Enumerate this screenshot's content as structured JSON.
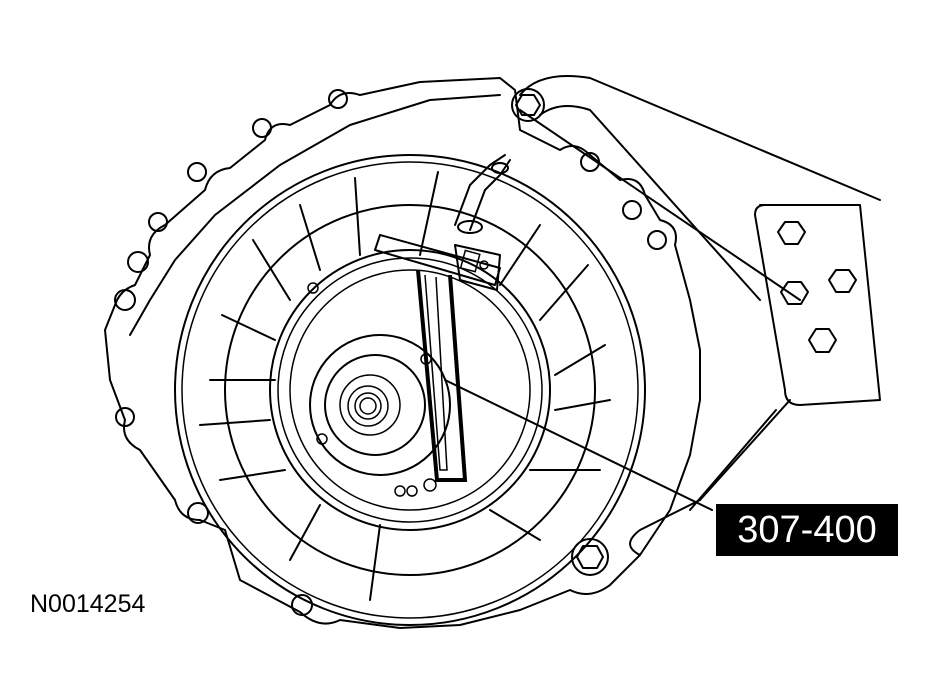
{
  "figure": {
    "type": "technical-line-illustration",
    "subject": "transmission bell housing with special tool installed",
    "figure_id": "N0014254",
    "callouts": [
      {
        "label": "307-400",
        "style": "white text on black box"
      }
    ],
    "colors": {
      "line": "#000000",
      "background": "#ffffff",
      "callout_bg": "#000000",
      "callout_text": "#ffffff"
    }
  }
}
